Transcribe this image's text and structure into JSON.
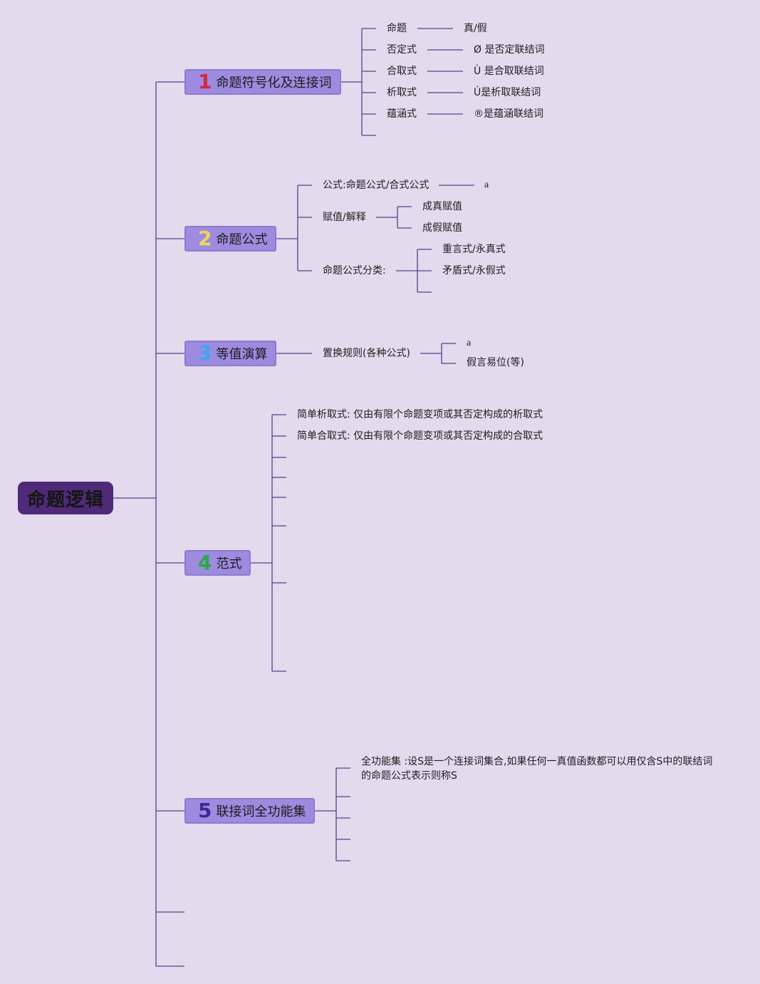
{
  "colors": {
    "background": "#e3daee",
    "line": "#5b3f8c",
    "root_fill": "#4f2a78",
    "node_fill": "#9d8be0",
    "num1": "#d7263d",
    "num2": "#f2d45c",
    "num3": "#3ba7f0",
    "num4": "#2aa84a",
    "num5": "#3b2a96"
  },
  "root": {
    "label": "命题逻辑"
  },
  "branches": [
    {
      "num": "1",
      "label": "命题符号化及连接词"
    },
    {
      "num": "2",
      "label": "命题公式"
    },
    {
      "num": "3",
      "label": "等值演算"
    },
    {
      "num": "4",
      "label": "范式"
    },
    {
      "num": "5",
      "label": "联接词全功能集"
    }
  ],
  "b1": {
    "items": [
      "命题",
      "否定式",
      "合取式",
      "析取式",
      "蕴涵式"
    ],
    "details": [
      "真/假",
      "Ø 是否定联结词",
      "Ù 是合取联结词",
      "Ú是析取联结词",
      "®是蕴涵联结词"
    ]
  },
  "b2": {
    "formula": "公式:命题公式/合式公式",
    "formula_detail": "a",
    "assign": "赋值/解释",
    "assign_children": [
      "成真赋值",
      "成假赋值"
    ],
    "classify": "命题公式分类:",
    "classify_children": [
      "重言式/永真式",
      "矛盾式/永假式"
    ]
  },
  "b3": {
    "rule": "置换规则(各种公式)",
    "rule_children": [
      "a",
      "假言易位(等)"
    ]
  },
  "b4": {
    "items": [
      "简单析取式: 仅由有限个命题变项或其否定构成的析取式",
      "简单合取式: 仅由有限个命题变项或其否定构成的合取式"
    ]
  },
  "b5": {
    "item": "全功能集 :设S是一个连接词集合,如果任何一真值函数都可以用仅含S中的联结词的命题公式表示则称S"
  }
}
